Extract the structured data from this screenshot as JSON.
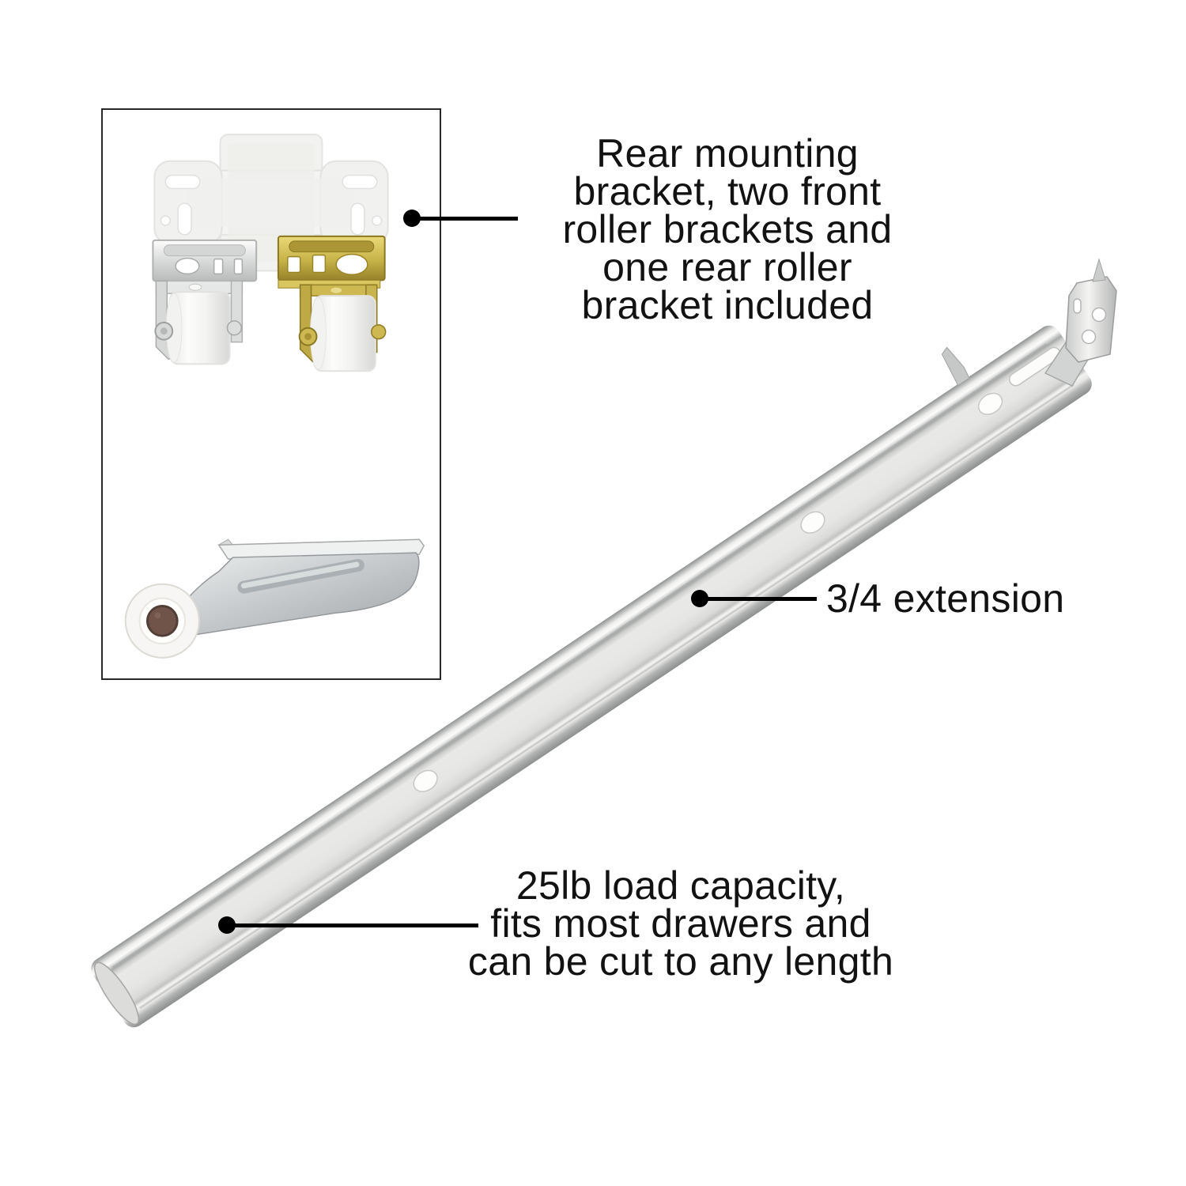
{
  "image_type": "annotated-product-diagram",
  "product": "drawer-slide-rail-kit",
  "notes": {
    "included": "Rear mounting\nbracket, two front\nroller brackets and\none rear roller\nbracket included",
    "extension": "3/4 extension",
    "capacity": "25lb load capacity,\nfits most drawers and\ncan be cut to any length"
  },
  "colors": {
    "background": "#ffffff",
    "text": "#121212",
    "callout": "#000000",
    "box_border": "#282828",
    "rail_galvanized_light": "#eceeec",
    "rail_galvanized_dark": "#8f9291",
    "plastic_bracket_white": "#f2f2f1",
    "bracket_silver": "#d9dbda",
    "bracket_brass": "#c7b347",
    "roller_nylon_white": "#fafaf8",
    "rear_roller_hub_brown": "#6e5349"
  },
  "parts": {
    "inset_items": [
      {
        "icon": "rear-mounting-bracket-icon",
        "finish": "white-plastic"
      },
      {
        "icon": "front-roller-bracket-silver-icon",
        "finish": "zinc"
      },
      {
        "icon": "front-roller-bracket-brass-icon",
        "finish": "brass"
      },
      {
        "icon": "rear-roller-bracket-icon",
        "finish": "zinc"
      }
    ],
    "main_item": {
      "icon": "drawer-slide-rail-icon",
      "finish": "galvanized-steel"
    }
  }
}
